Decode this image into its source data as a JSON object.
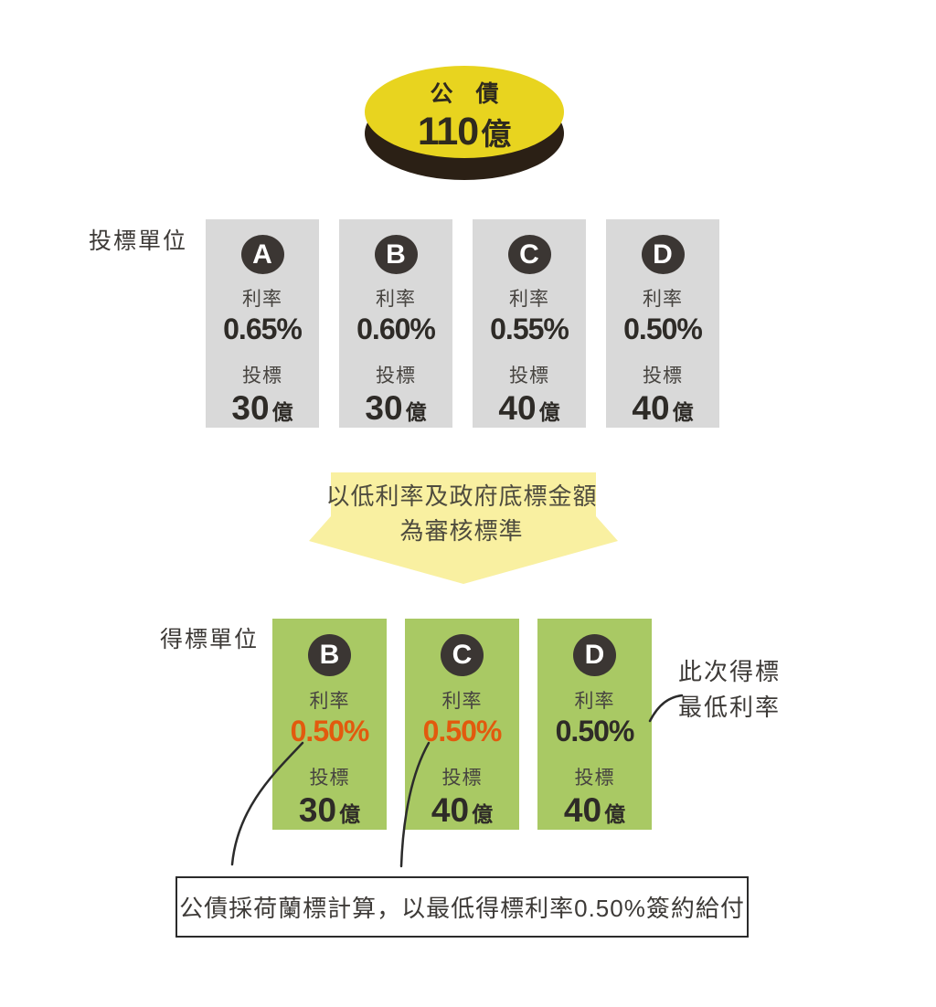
{
  "coin": {
    "label": "公 債",
    "amount": "110",
    "unit": "億"
  },
  "bid_section": {
    "label": "投標單位",
    "cards": [
      {
        "id": "A",
        "rate_label": "利率",
        "rate": "0.65%",
        "bid_label": "投標",
        "amount": "30",
        "unit": "億"
      },
      {
        "id": "B",
        "rate_label": "利率",
        "rate": "0.60%",
        "bid_label": "投標",
        "amount": "30",
        "unit": "億"
      },
      {
        "id": "C",
        "rate_label": "利率",
        "rate": "0.55%",
        "bid_label": "投標",
        "amount": "40",
        "unit": "億"
      },
      {
        "id": "D",
        "rate_label": "利率",
        "rate": "0.50%",
        "bid_label": "投標",
        "amount": "40",
        "unit": "億"
      }
    ]
  },
  "arrow": {
    "line1": "以低利率及政府底標金額",
    "line2": "為審核標準"
  },
  "win_section": {
    "label": "得標單位",
    "cards": [
      {
        "id": "B",
        "rate_label": "利率",
        "rate": "0.50%",
        "bid_label": "投標",
        "amount": "30",
        "unit": "億",
        "rate_color": "orange"
      },
      {
        "id": "C",
        "rate_label": "利率",
        "rate": "0.50%",
        "bid_label": "投標",
        "amount": "40",
        "unit": "億",
        "rate_color": "orange"
      },
      {
        "id": "D",
        "rate_label": "利率",
        "rate": "0.50%",
        "bid_label": "投標",
        "amount": "40",
        "unit": "億",
        "rate_color": "black"
      }
    ]
  },
  "annotation": {
    "line1": "此次得標",
    "line2": "最低利率"
  },
  "footer": {
    "text": "公債採荷蘭標計算，以最低得標利率0.50%簽約給付"
  },
  "colors": {
    "coin-yellow": "#e8d41f",
    "coin-shadow": "#2b2015",
    "card-gray": "#d9d9d9",
    "card-green": "#a9c964",
    "badge-dark": "#3b3633",
    "text-dark": "#2e2b27",
    "text-label": "#474440",
    "rate-orange": "#e25a0e",
    "arrow-yellow": "#f9f0a1",
    "arrow-text": "#4e4b3e",
    "line-dark": "#2b2b2b"
  }
}
